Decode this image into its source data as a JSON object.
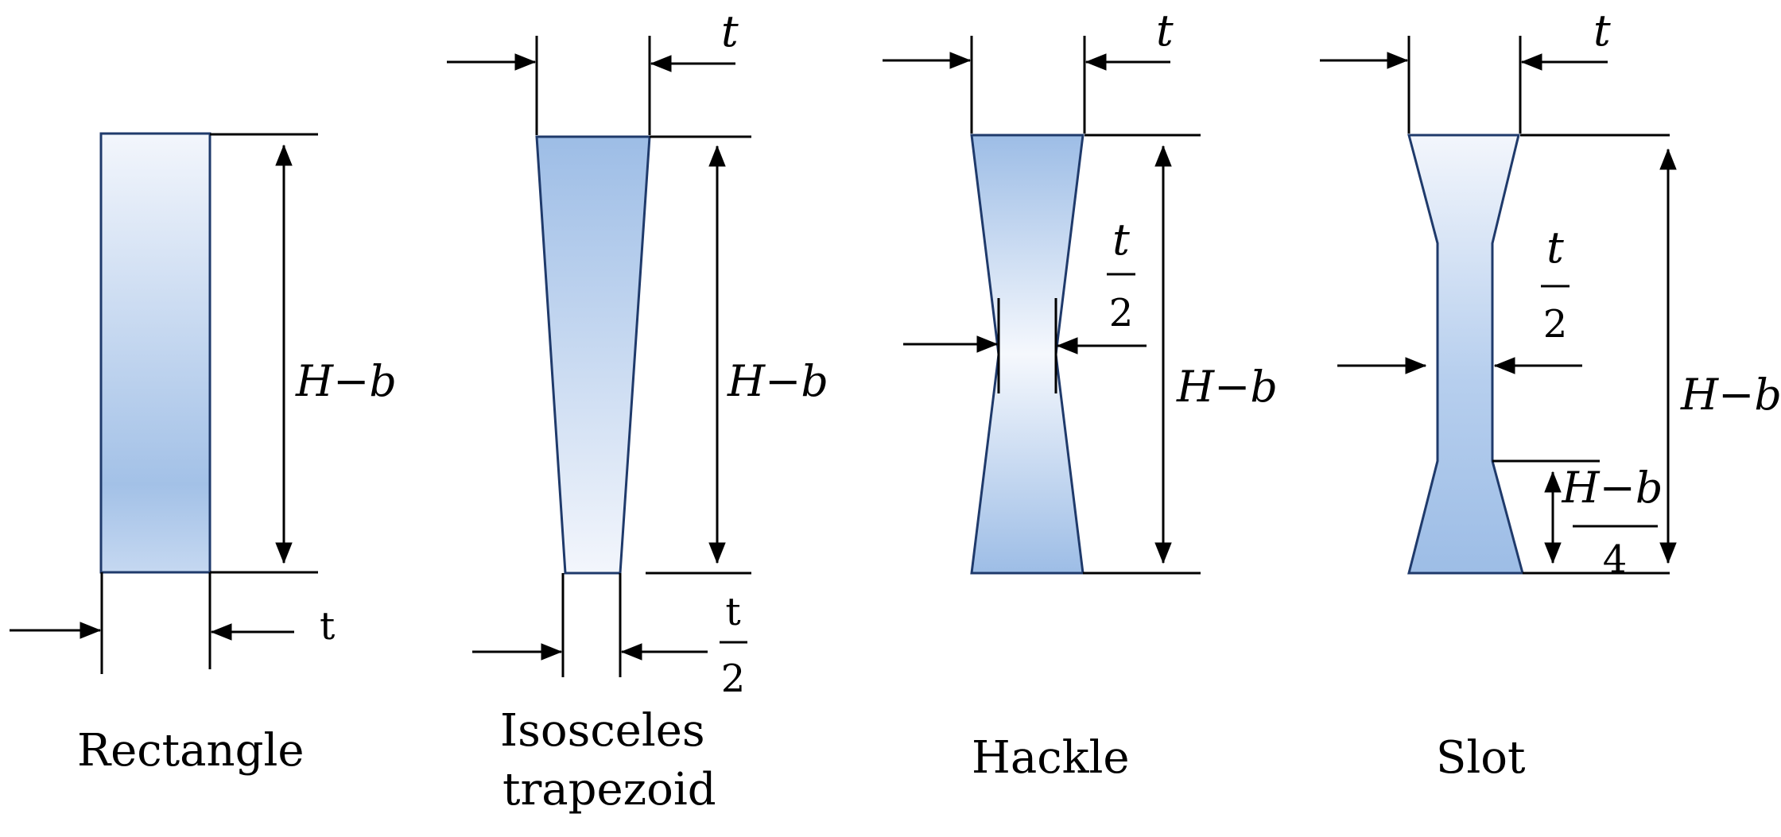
{
  "colors": {
    "fill_light": "#f0f4fb",
    "fill_dark": "#9dbde6",
    "outline": "#1f3a6b"
  },
  "labels": {
    "t": "t",
    "height": "H−b",
    "half_num": "t",
    "half_den": "2",
    "quarter_num": "H−b",
    "quarter_den": "4"
  },
  "captions": {
    "rectangle": "Rectangle",
    "trapezoid_line1": "Isosceles",
    "trapezoid_line2": "trapezoid",
    "hackle": "Hackle",
    "slot": "Slot"
  }
}
